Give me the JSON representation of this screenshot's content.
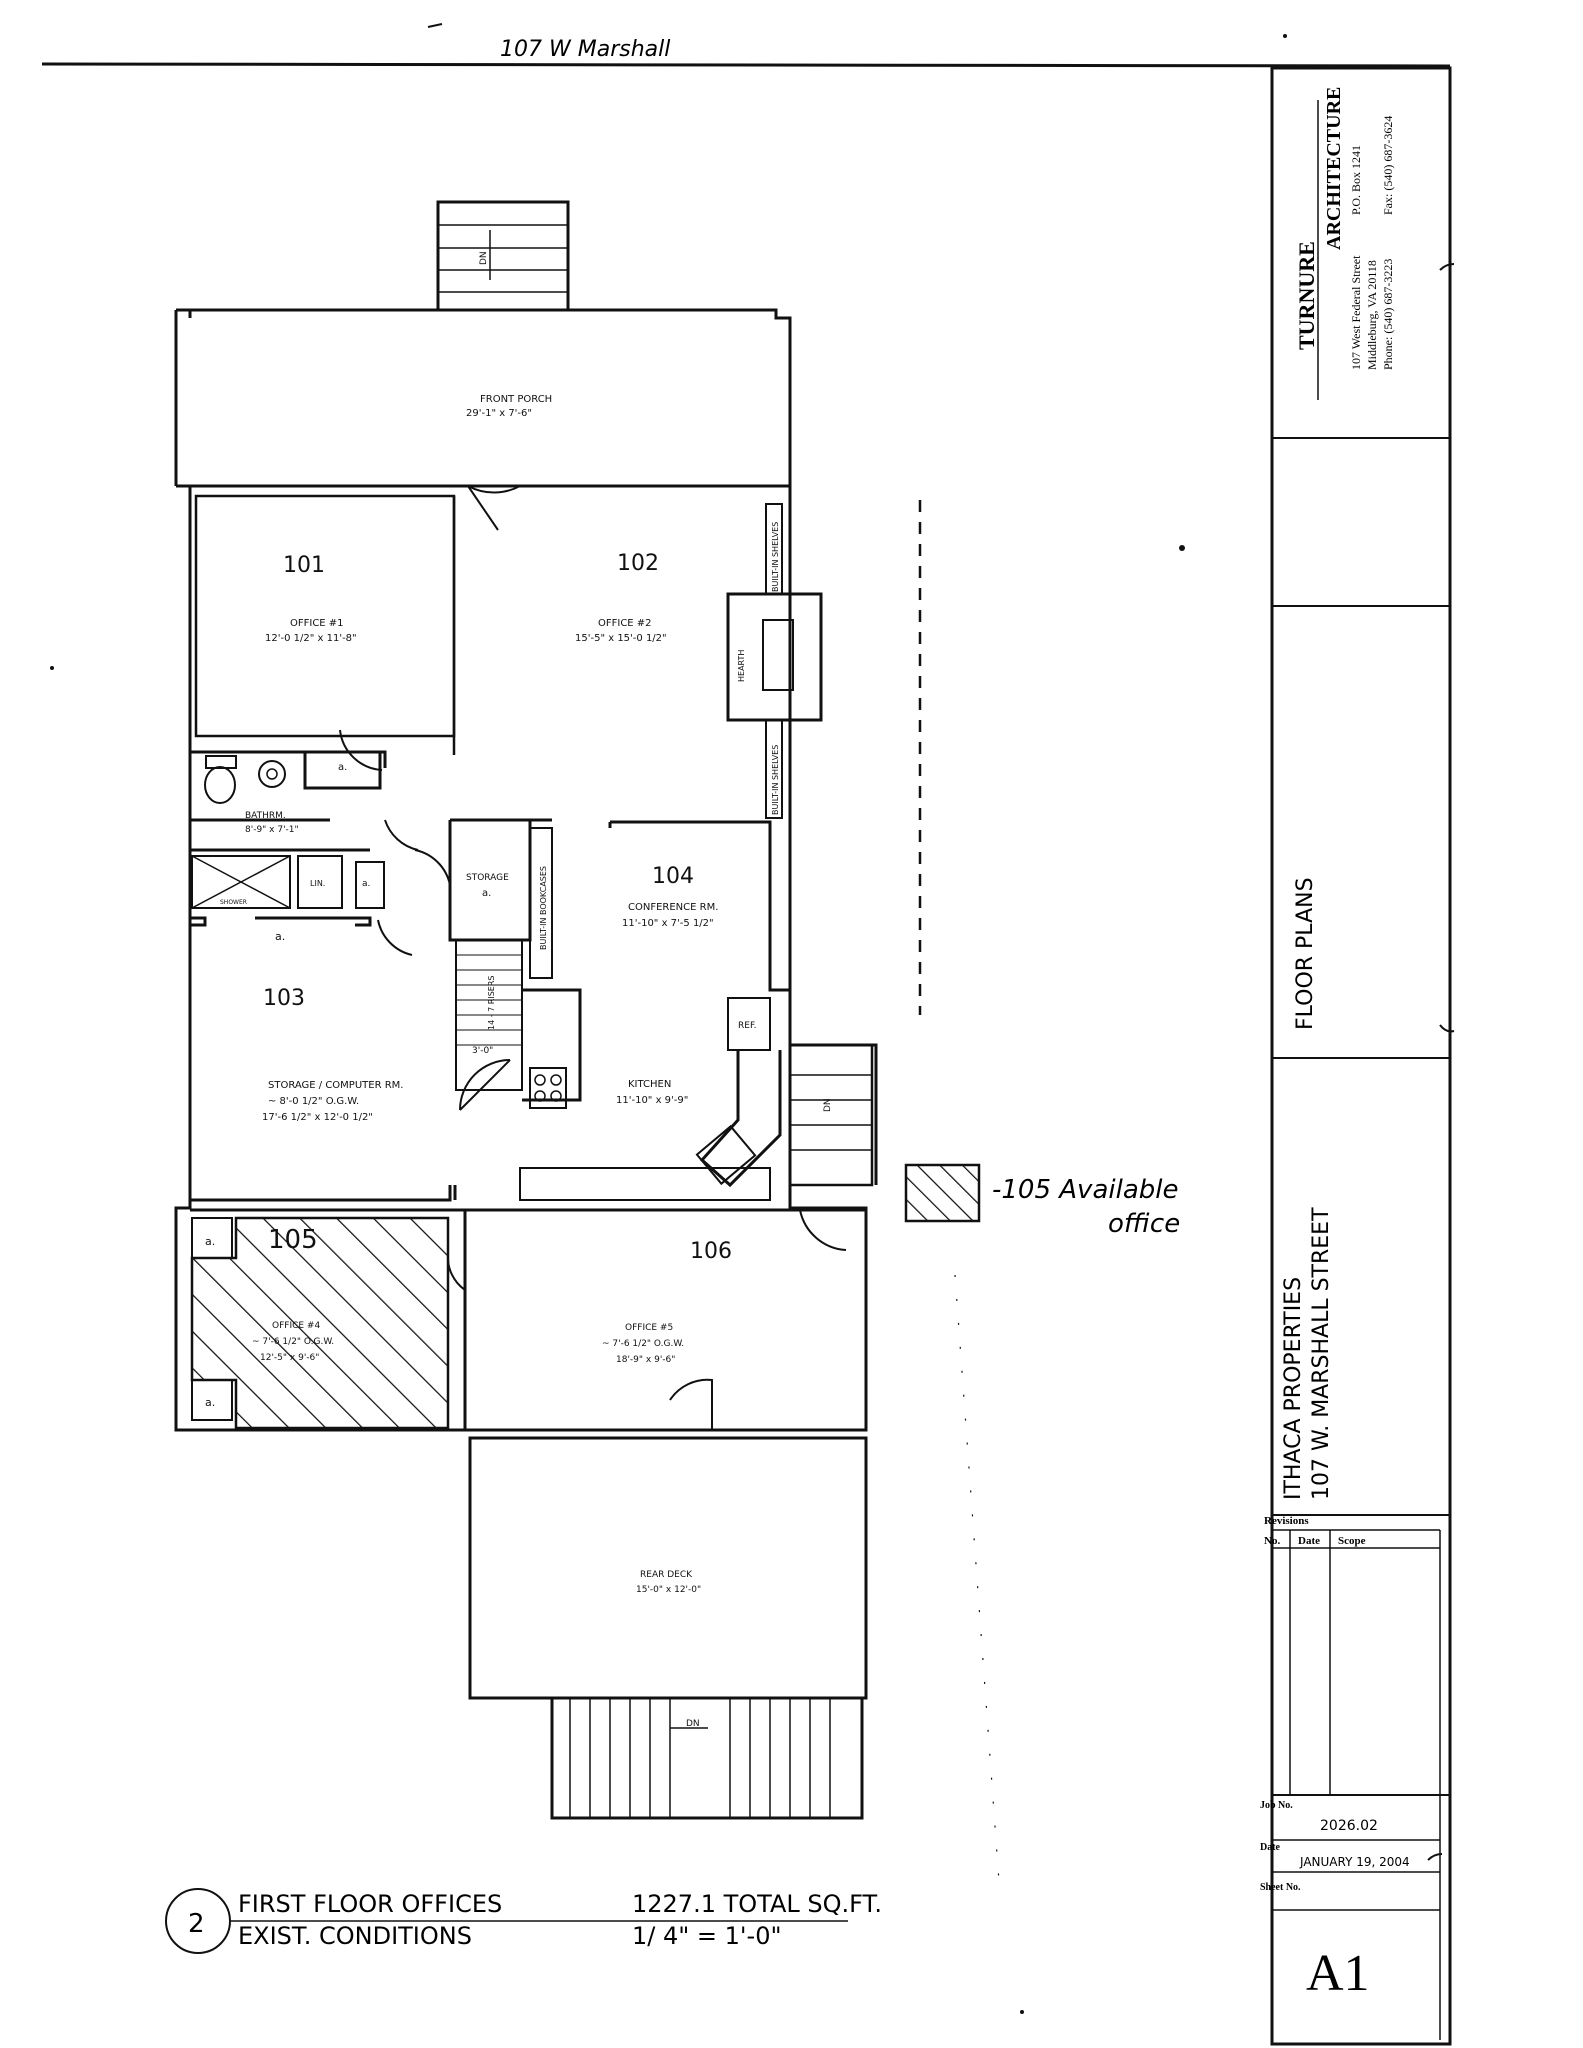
{
  "header_note": "107 W Marshall",
  "firm": {
    "name_line1": "TURNURE",
    "name_line2": "ARCHITECTURE",
    "address": "107 West Federal Street",
    "city": "Middleburg, VA 20118",
    "phone": "Phone: (540) 687-3223",
    "po_box": "P.O. Box 1241",
    "fax": "Fax: (540) 687-3624"
  },
  "sheet_title": "FLOOR PLANS",
  "project": {
    "line1": "ITHACA PROPERTIES",
    "line2": "107 W. MARSHALL STREET"
  },
  "revisions": {
    "heading": "Revisions",
    "columns": [
      "No.",
      "Date",
      "Scope"
    ]
  },
  "job": {
    "label": "Job No.",
    "value": "2026.02"
  },
  "date": {
    "label": "Date",
    "value": "JANUARY 19, 2004"
  },
  "sheet": {
    "label": "Sheet No.",
    "value": "A1"
  },
  "rooms": {
    "front_porch": {
      "name": "FRONT PORCH",
      "dims": "29'-1\" x 7'-6\""
    },
    "r101": {
      "number": "101",
      "name": "OFFICE #1",
      "dims": "12'-0 1/2\" x 11'-8\""
    },
    "r102": {
      "number": "102",
      "name": "OFFICE #2",
      "dims": "15'-5\" x 15'-0 1/2\""
    },
    "bath": {
      "name": "BATHRM.",
      "dims": "8'-9\" x 7'-1\""
    },
    "shower": "SHOWER",
    "lin": "LIN.",
    "storage_small": {
      "name": "STORAGE",
      "closet": "a."
    },
    "r103": {
      "number": "103",
      "name": "STORAGE / COMPUTER RM.",
      "dims_note": "~ 8'-0 1/2\" O.G.W.",
      "dims": "17'-6 1/2\" x 12'-0 1/2\""
    },
    "r104": {
      "number": "104",
      "name": "CONFERENCE RM.",
      "dims": "11'-10\" x 7'-5 1/2\""
    },
    "kitchen": {
      "name": "KITCHEN",
      "dims": "11'-10\" x 9'-9\""
    },
    "ref": "REF.",
    "hearth": "HEARTH",
    "shelves_upper": "BUILT-IN SHELVES",
    "shelves_lower": "BUILT-IN SHELVES",
    "bookcases": "BUILT-IN BOOKCASES",
    "stair_label": "14 - 7 RISERS",
    "stair_width": "3'-0\"",
    "r105": {
      "number": "105",
      "name": "OFFICE #4",
      "dims_note": "~ 7'-6 1/2\" O.G.W.",
      "dims": "12'-5\" x 9'-6\""
    },
    "r106": {
      "number": "106",
      "name": "OFFICE #5",
      "dims_note": "~ 7'-6 1/2\" O.G.W.",
      "dims": "18'-9\" x 9'-6\""
    },
    "rear_deck": {
      "name": "REAR DECK",
      "dims": "15'-0\" x 12'-0\""
    },
    "closet_label": "a.",
    "step_dn": "DN"
  },
  "legend": {
    "text_line1": "-105 Available",
    "text_line2": "office"
  },
  "title_block": {
    "circle_num": "2",
    "title_line1": "FIRST FLOOR OFFICES",
    "title_line2": "EXIST. CONDITIONS",
    "total": "1227.1 TOTAL SQ.FT.",
    "scale": "1/ 4\" = 1'-0\""
  }
}
